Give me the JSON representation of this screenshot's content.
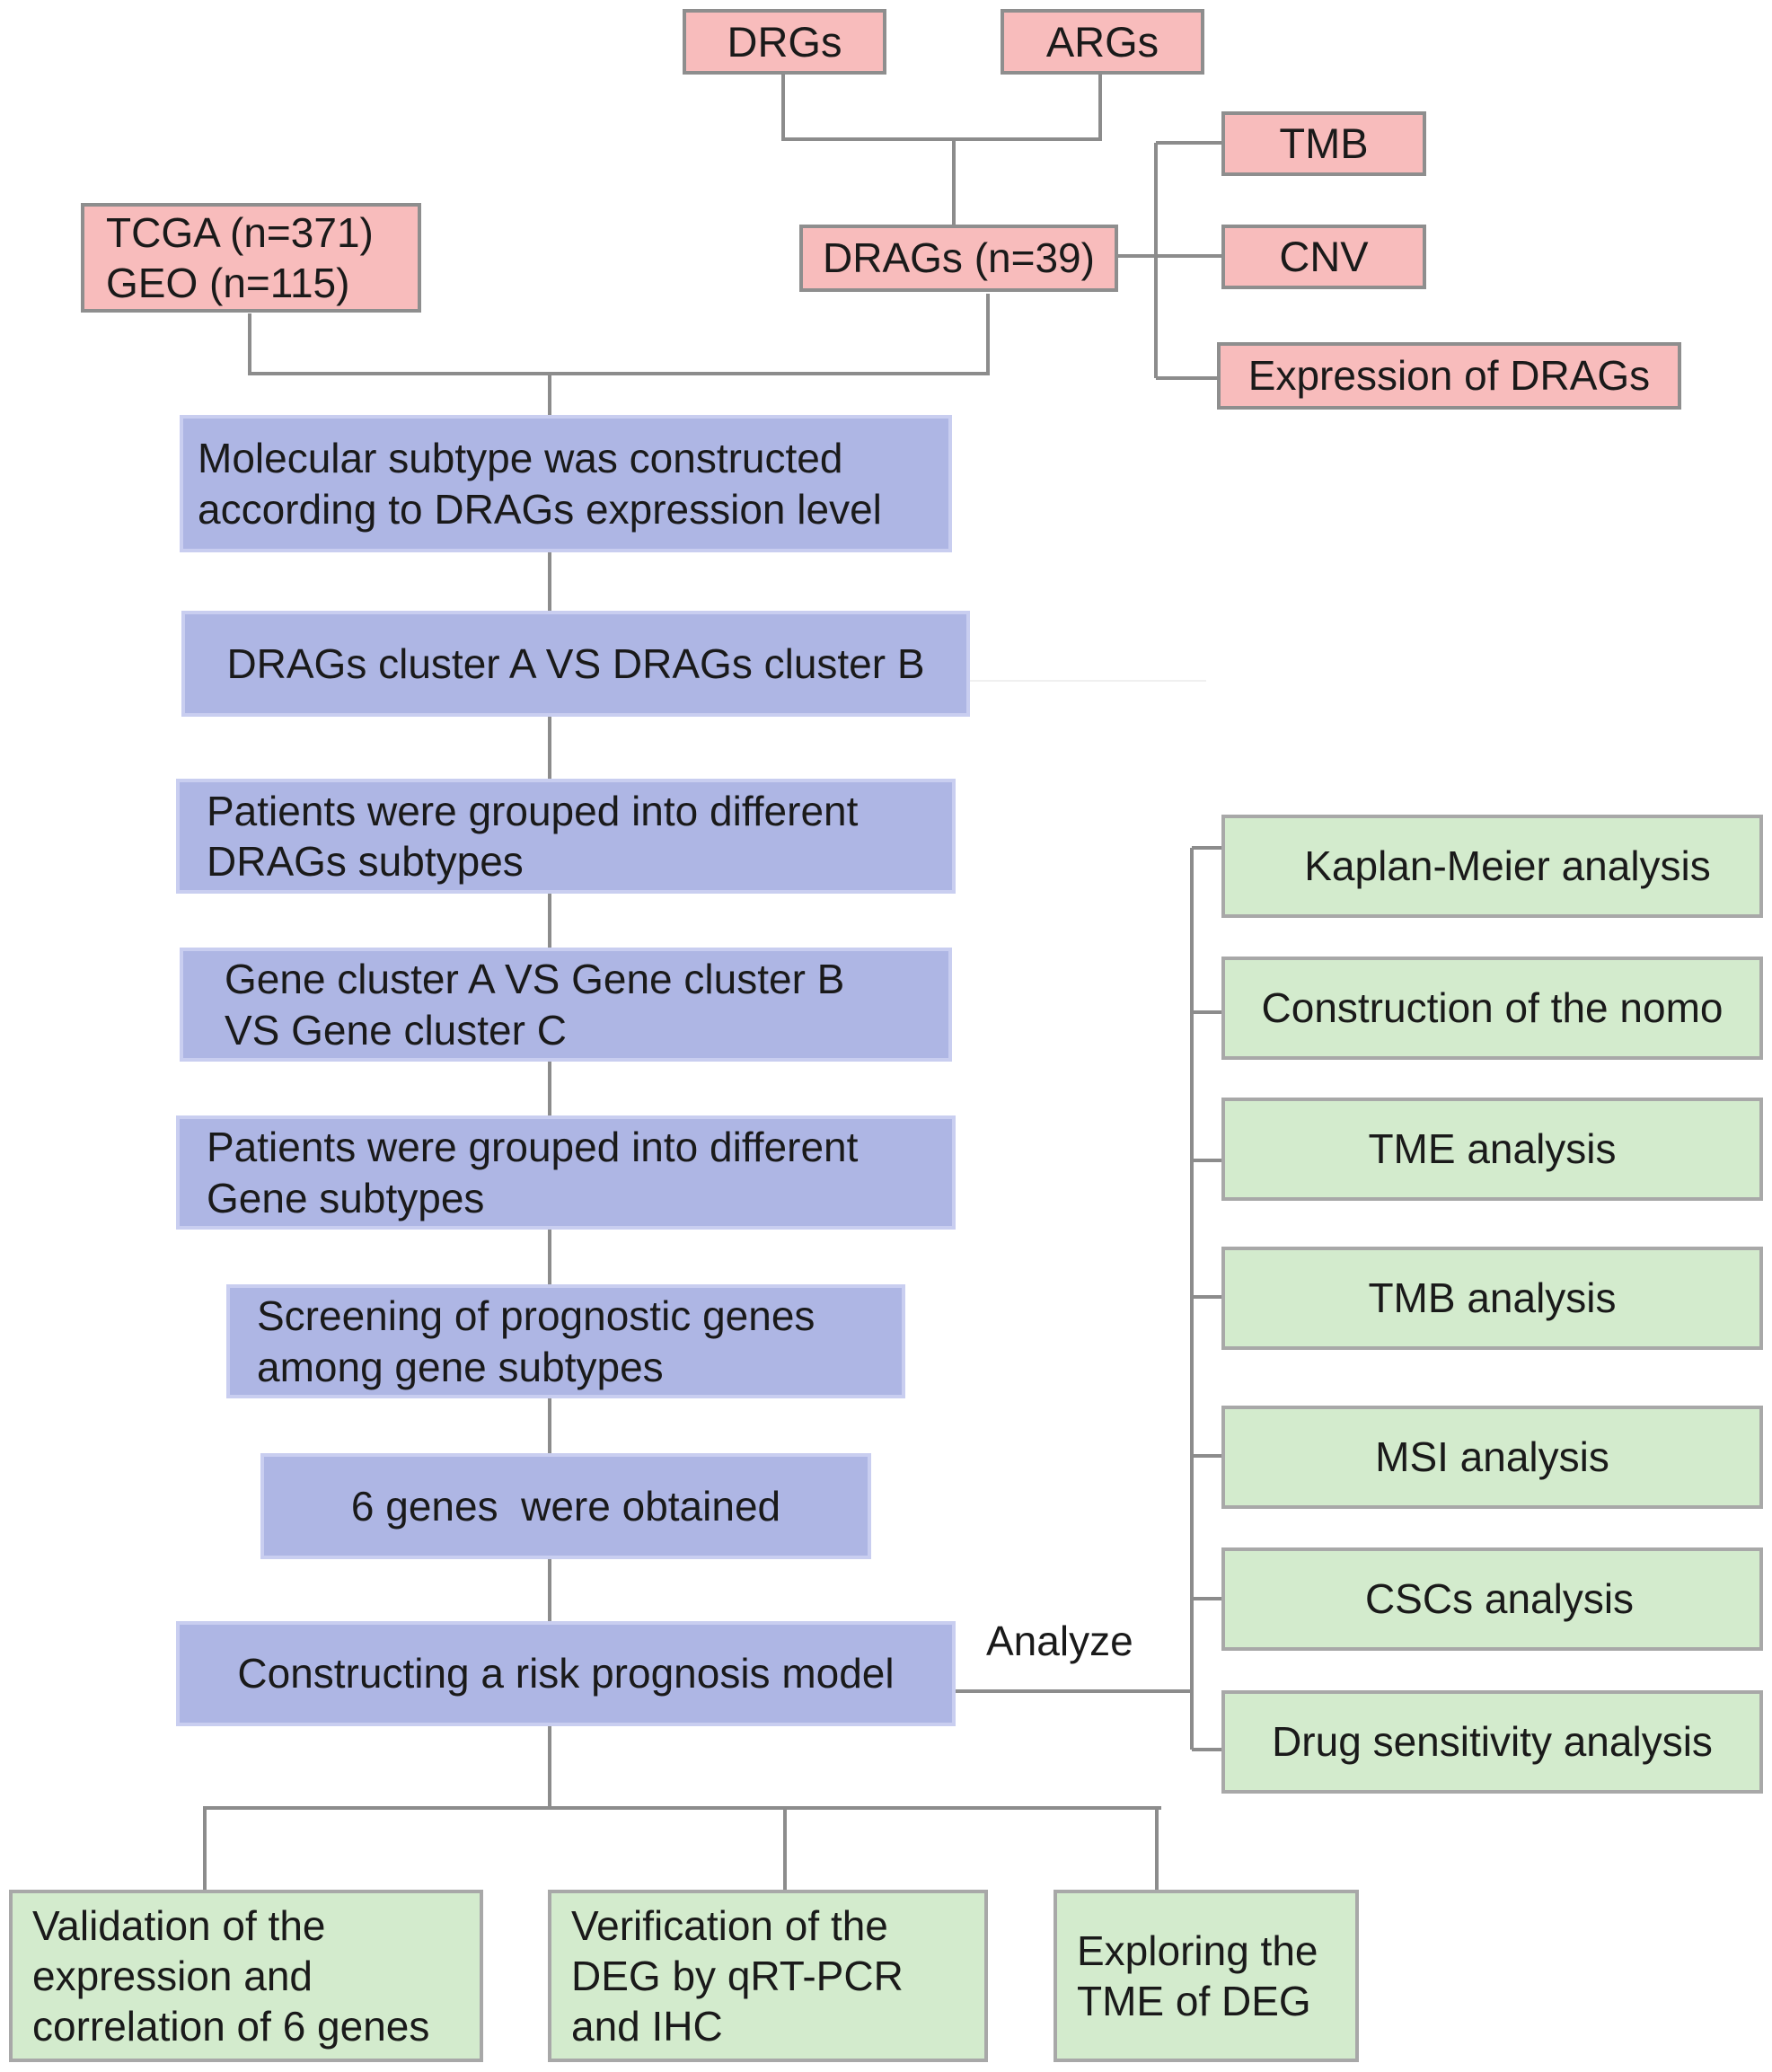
{
  "sources": {
    "drgs": "DRGs",
    "args": "ARGs",
    "drags": "DRAGs (n=39)",
    "cohort_line1": "TCGA (n=371)",
    "cohort_line2": "GEO (n=115)"
  },
  "drags_analyses": {
    "tmb": "TMB",
    "cnv": "CNV",
    "expression": "Expression of DRAGs"
  },
  "pipeline": {
    "step1_line1": "Molecular subtype was constructed",
    "step1_line2": "according to DRAGs expression level",
    "step2": "DRAGs cluster A VS DRAGs cluster B",
    "step3_line1": "Patients were grouped into different",
    "step3_line2": "DRAGs subtypes",
    "step4_line1": "Gene cluster A VS Gene cluster B",
    "step4_line2": "VS Gene cluster C",
    "step5_line1": "Patients were grouped into different",
    "step5_line2": "Gene subtypes",
    "step6_line1": "Screening of prognostic genes",
    "step6_line2": "among gene subtypes",
    "step7": "6 genes  were obtained",
    "step8": "Constructing a risk prognosis model"
  },
  "analyze_label": "Analyze",
  "model_analyses": [
    "Kaplan-Meier analysis",
    "Construction of the nomo",
    "TME analysis",
    "TMB analysis",
    "MSI analysis",
    "CSCs analysis",
    "Drug sensitivity analysis"
  ],
  "validation": {
    "v1_line1": "Validation of the",
    "v1_line2": "expression and",
    "v1_line3": "correlation of 6 genes",
    "v2_line1": "Verification of the",
    "v2_line2": "DEG by qRT-PCR",
    "v2_line3": "and IHC",
    "v3_line1": "Exploring the",
    "v3_line2": "TME of DEG"
  },
  "colors": {
    "source_fill": "#f8bcbc",
    "pipeline_fill": "#aeb6e4",
    "analysis_fill": "#d3ebcd",
    "border": "#8e8e8e",
    "connector": "#8c8c8c"
  }
}
